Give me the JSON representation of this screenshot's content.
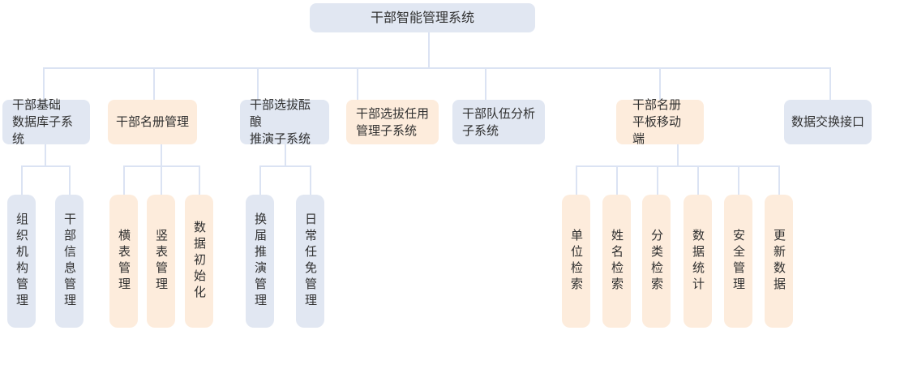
{
  "colors": {
    "blue_fill": "#e1e7f2",
    "orange_fill": "#fdecdc",
    "line": "#dbe3f3",
    "text": "#303030"
  },
  "diagram": {
    "root": {
      "label": "干部智能管理系统"
    },
    "level2": [
      {
        "label": "干部基础\n数据库子系统"
      },
      {
        "label": "干部名册管理"
      },
      {
        "label": "干部选拔酝酿\n推演子系统"
      },
      {
        "label": "干部选拔任用\n管理子系统"
      },
      {
        "label": "干部队伍分析\n子系统"
      },
      {
        "label": "干部名册\n平板移动端"
      },
      {
        "label": "数据交换接口"
      }
    ],
    "level3": {
      "group1": [
        {
          "label": "组织机构管理"
        },
        {
          "label": "干部信息管理"
        }
      ],
      "group2": [
        {
          "label": "横表管理"
        },
        {
          "label": "竖表管理"
        },
        {
          "label": "数据初始化"
        }
      ],
      "group3": [
        {
          "label": "换届推演管理"
        },
        {
          "label": "日常任免管理"
        }
      ],
      "group4": [
        {
          "label": "单位检索"
        },
        {
          "label": "姓名检索"
        },
        {
          "label": "分类检索"
        },
        {
          "label": "数据统计"
        },
        {
          "label": "安全管理"
        },
        {
          "label": "更新数据"
        }
      ]
    }
  }
}
